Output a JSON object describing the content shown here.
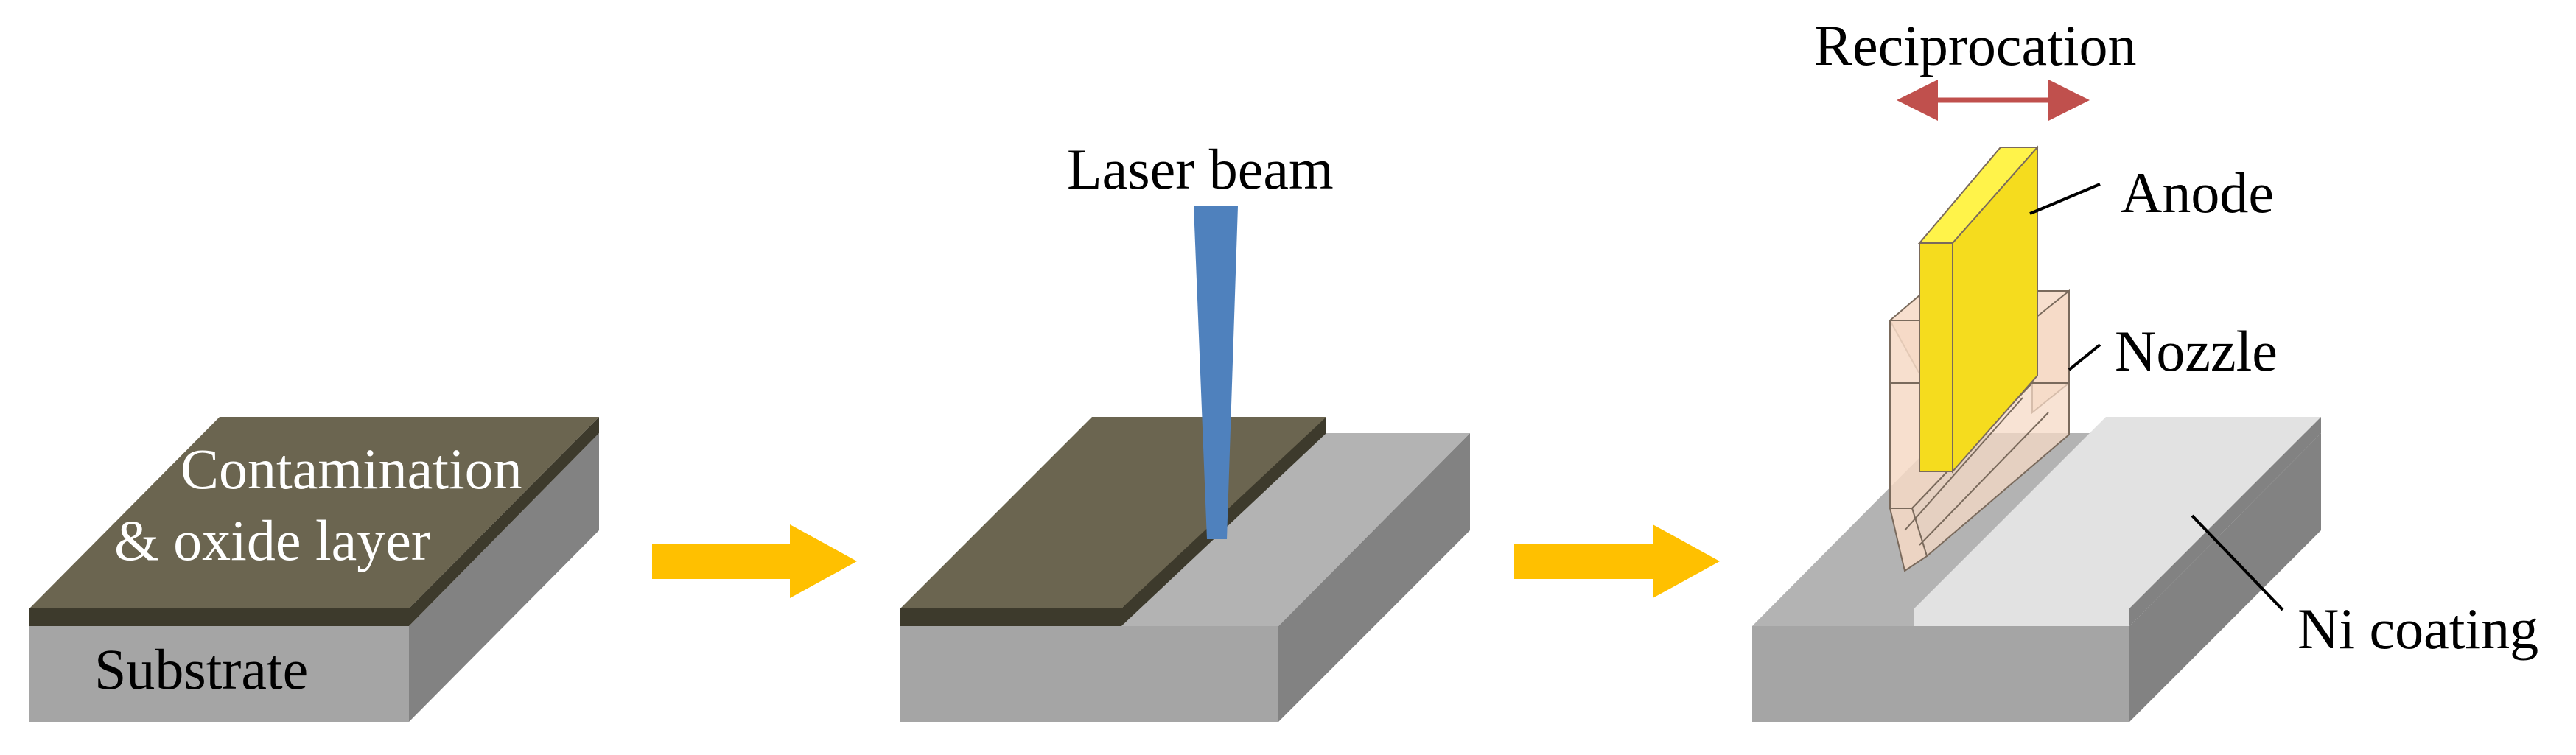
{
  "labels": {
    "contamination_line1": "Contamination",
    "contamination_line2": "& oxide  layer",
    "substrate": "Substrate",
    "laser_beam": "Laser beam",
    "reciprocation": "Reciprocation",
    "anode": "Anode",
    "nozzle": "Nozzle",
    "ni_coating": "Ni coating"
  },
  "colors": {
    "contamination": "#6b6550",
    "contamination_edge": "#3d3a2c",
    "substrate_front": "#a5a5a5",
    "substrate_side": "#828282",
    "substrate_top_clean": "#b3b3b3",
    "flow_arrow": "#ffc000",
    "laser_beam": "#4f81bd",
    "reciprocation_arrow": "#c0504d",
    "anode": "#f5dc1e",
    "nozzle": "#f6d9c6",
    "ni_coating": "#e2e2e2"
  }
}
